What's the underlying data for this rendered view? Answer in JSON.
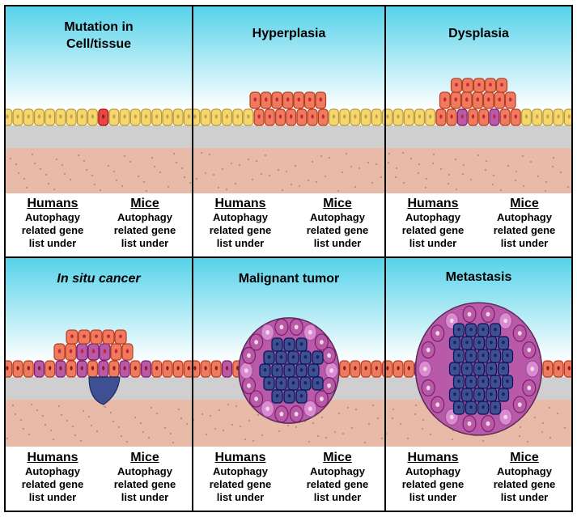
{
  "panels": [
    {
      "title": "Mutation in\nCell/tissue",
      "italic": false,
      "humans_label": "Humans",
      "mice_label": "Mice",
      "humans_text": "Autophagy\nrelated gene\nlist under",
      "mice_text": "Autophagy\nrelated gene\nlist under"
    },
    {
      "title": "Hyperplasia",
      "italic": false,
      "humans_label": "Humans",
      "mice_label": "Mice",
      "humans_text": "Autophagy\nrelated gene\nlist under",
      "mice_text": "Autophagy\nrelated gene\nlist under"
    },
    {
      "title": "Dysplasia",
      "italic": false,
      "humans_label": "Humans",
      "mice_label": "Mice",
      "humans_text": "Autophagy\nrelated gene\nlist under",
      "mice_text": "Autophagy\nrelated gene\nlist under"
    },
    {
      "title": "In situ cancer",
      "italic": true,
      "humans_label": "Humans",
      "mice_label": "Mice",
      "humans_text": "Autophagy\nrelated gene\nlist under",
      "mice_text": "Autophagy\nrelated gene\nlist under"
    },
    {
      "title": "Malignant tumor",
      "italic": false,
      "humans_label": "Humans",
      "mice_label": "Mice",
      "humans_text": "Autophagy\nrelated gene\nlist under",
      "mice_text": "Autophagy\nrelated gene\nlist under"
    },
    {
      "title": "Metastasis",
      "italic": false,
      "humans_label": "Humans",
      "mice_label": "Mice",
      "humans_text": "Autophagy\nrelated gene\nlist under",
      "mice_text": "Autophagy\nrelated gene\nlist under"
    }
  ],
  "colors": {
    "sky_top": "#55d2ea",
    "sky_bottom": "#ffffff",
    "normal_cell": "#f4d771",
    "normal_cell_edge": "#c9a23a",
    "mutant_cell": "#e74646",
    "hyper_cell": "#f07a5e",
    "dysplastic_cell": "#b85aa8",
    "cancer_cell": "#3e4f93",
    "basement": "#cfcfcf",
    "stroma": "#e8bba9",
    "border": "#000000"
  }
}
